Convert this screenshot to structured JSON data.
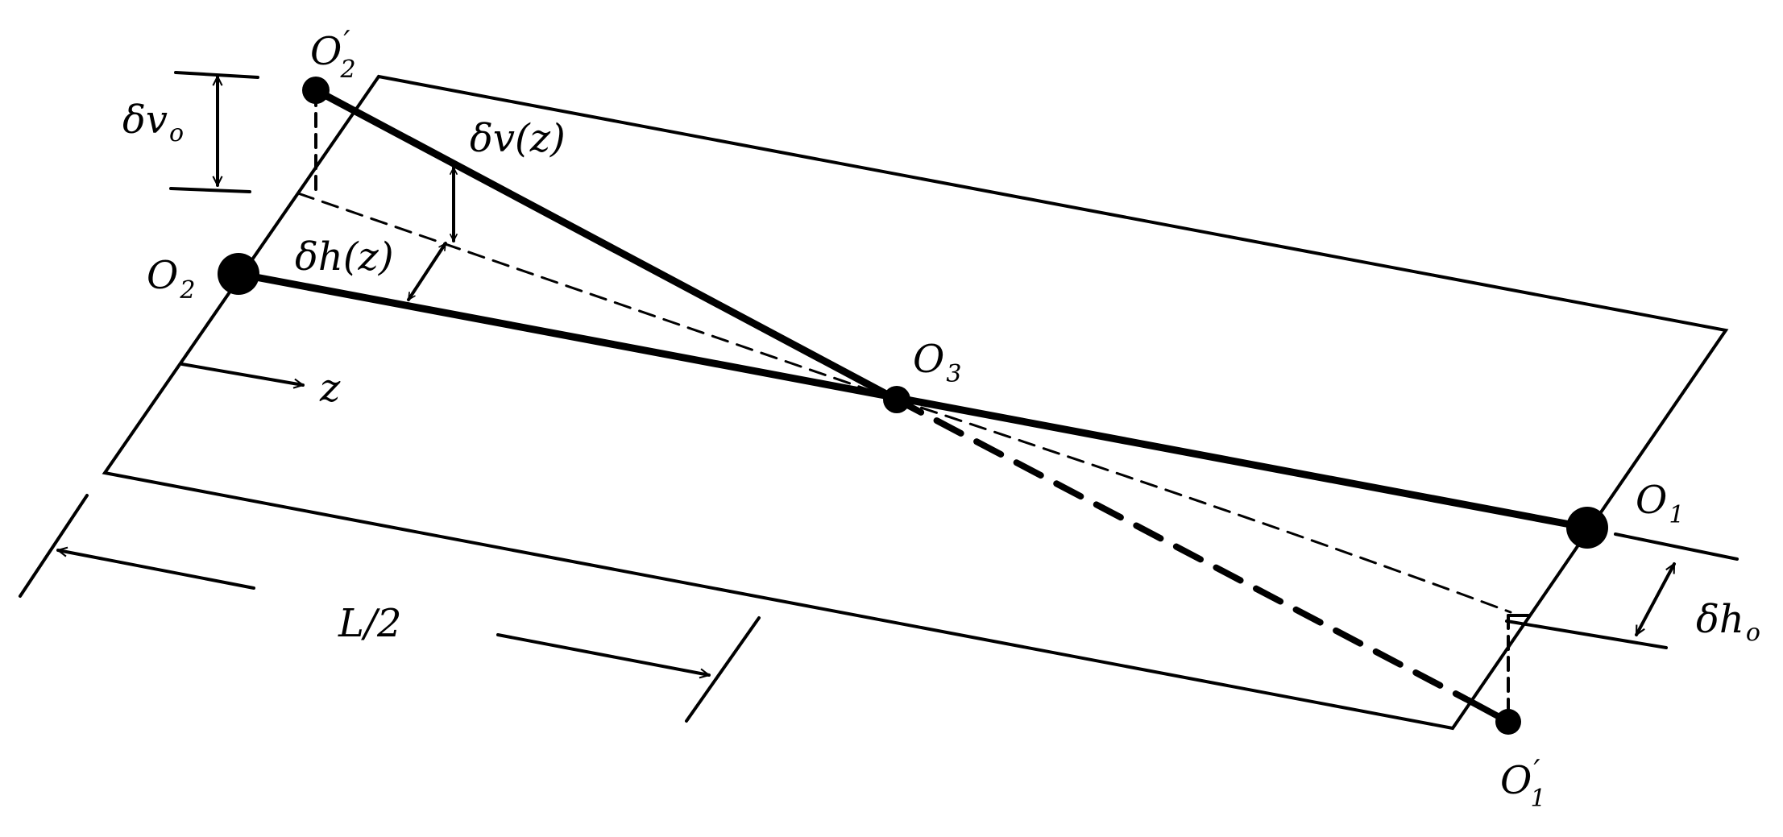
{
  "labels": {
    "o2_prime": {
      "base": "O",
      "sub": "2",
      "sup": "′"
    },
    "o2": {
      "base": "O",
      "sub": "2"
    },
    "o3": {
      "base": "O",
      "sub": "3"
    },
    "o1": {
      "base": "O",
      "sub": "1"
    },
    "o1_prime": {
      "base": "O",
      "sub": "1",
      "sup": "′"
    },
    "delta_v_o": {
      "base": "δv",
      "sub": "o"
    },
    "delta_v_z": "δv(z)",
    "delta_h_z": "δh(z)",
    "delta_h_o": {
      "base": "δh",
      "sub": "o"
    },
    "z_axis": "z",
    "half_length": "L/2"
  },
  "colors": {
    "stroke": "#000000",
    "background": "#ffffff"
  }
}
